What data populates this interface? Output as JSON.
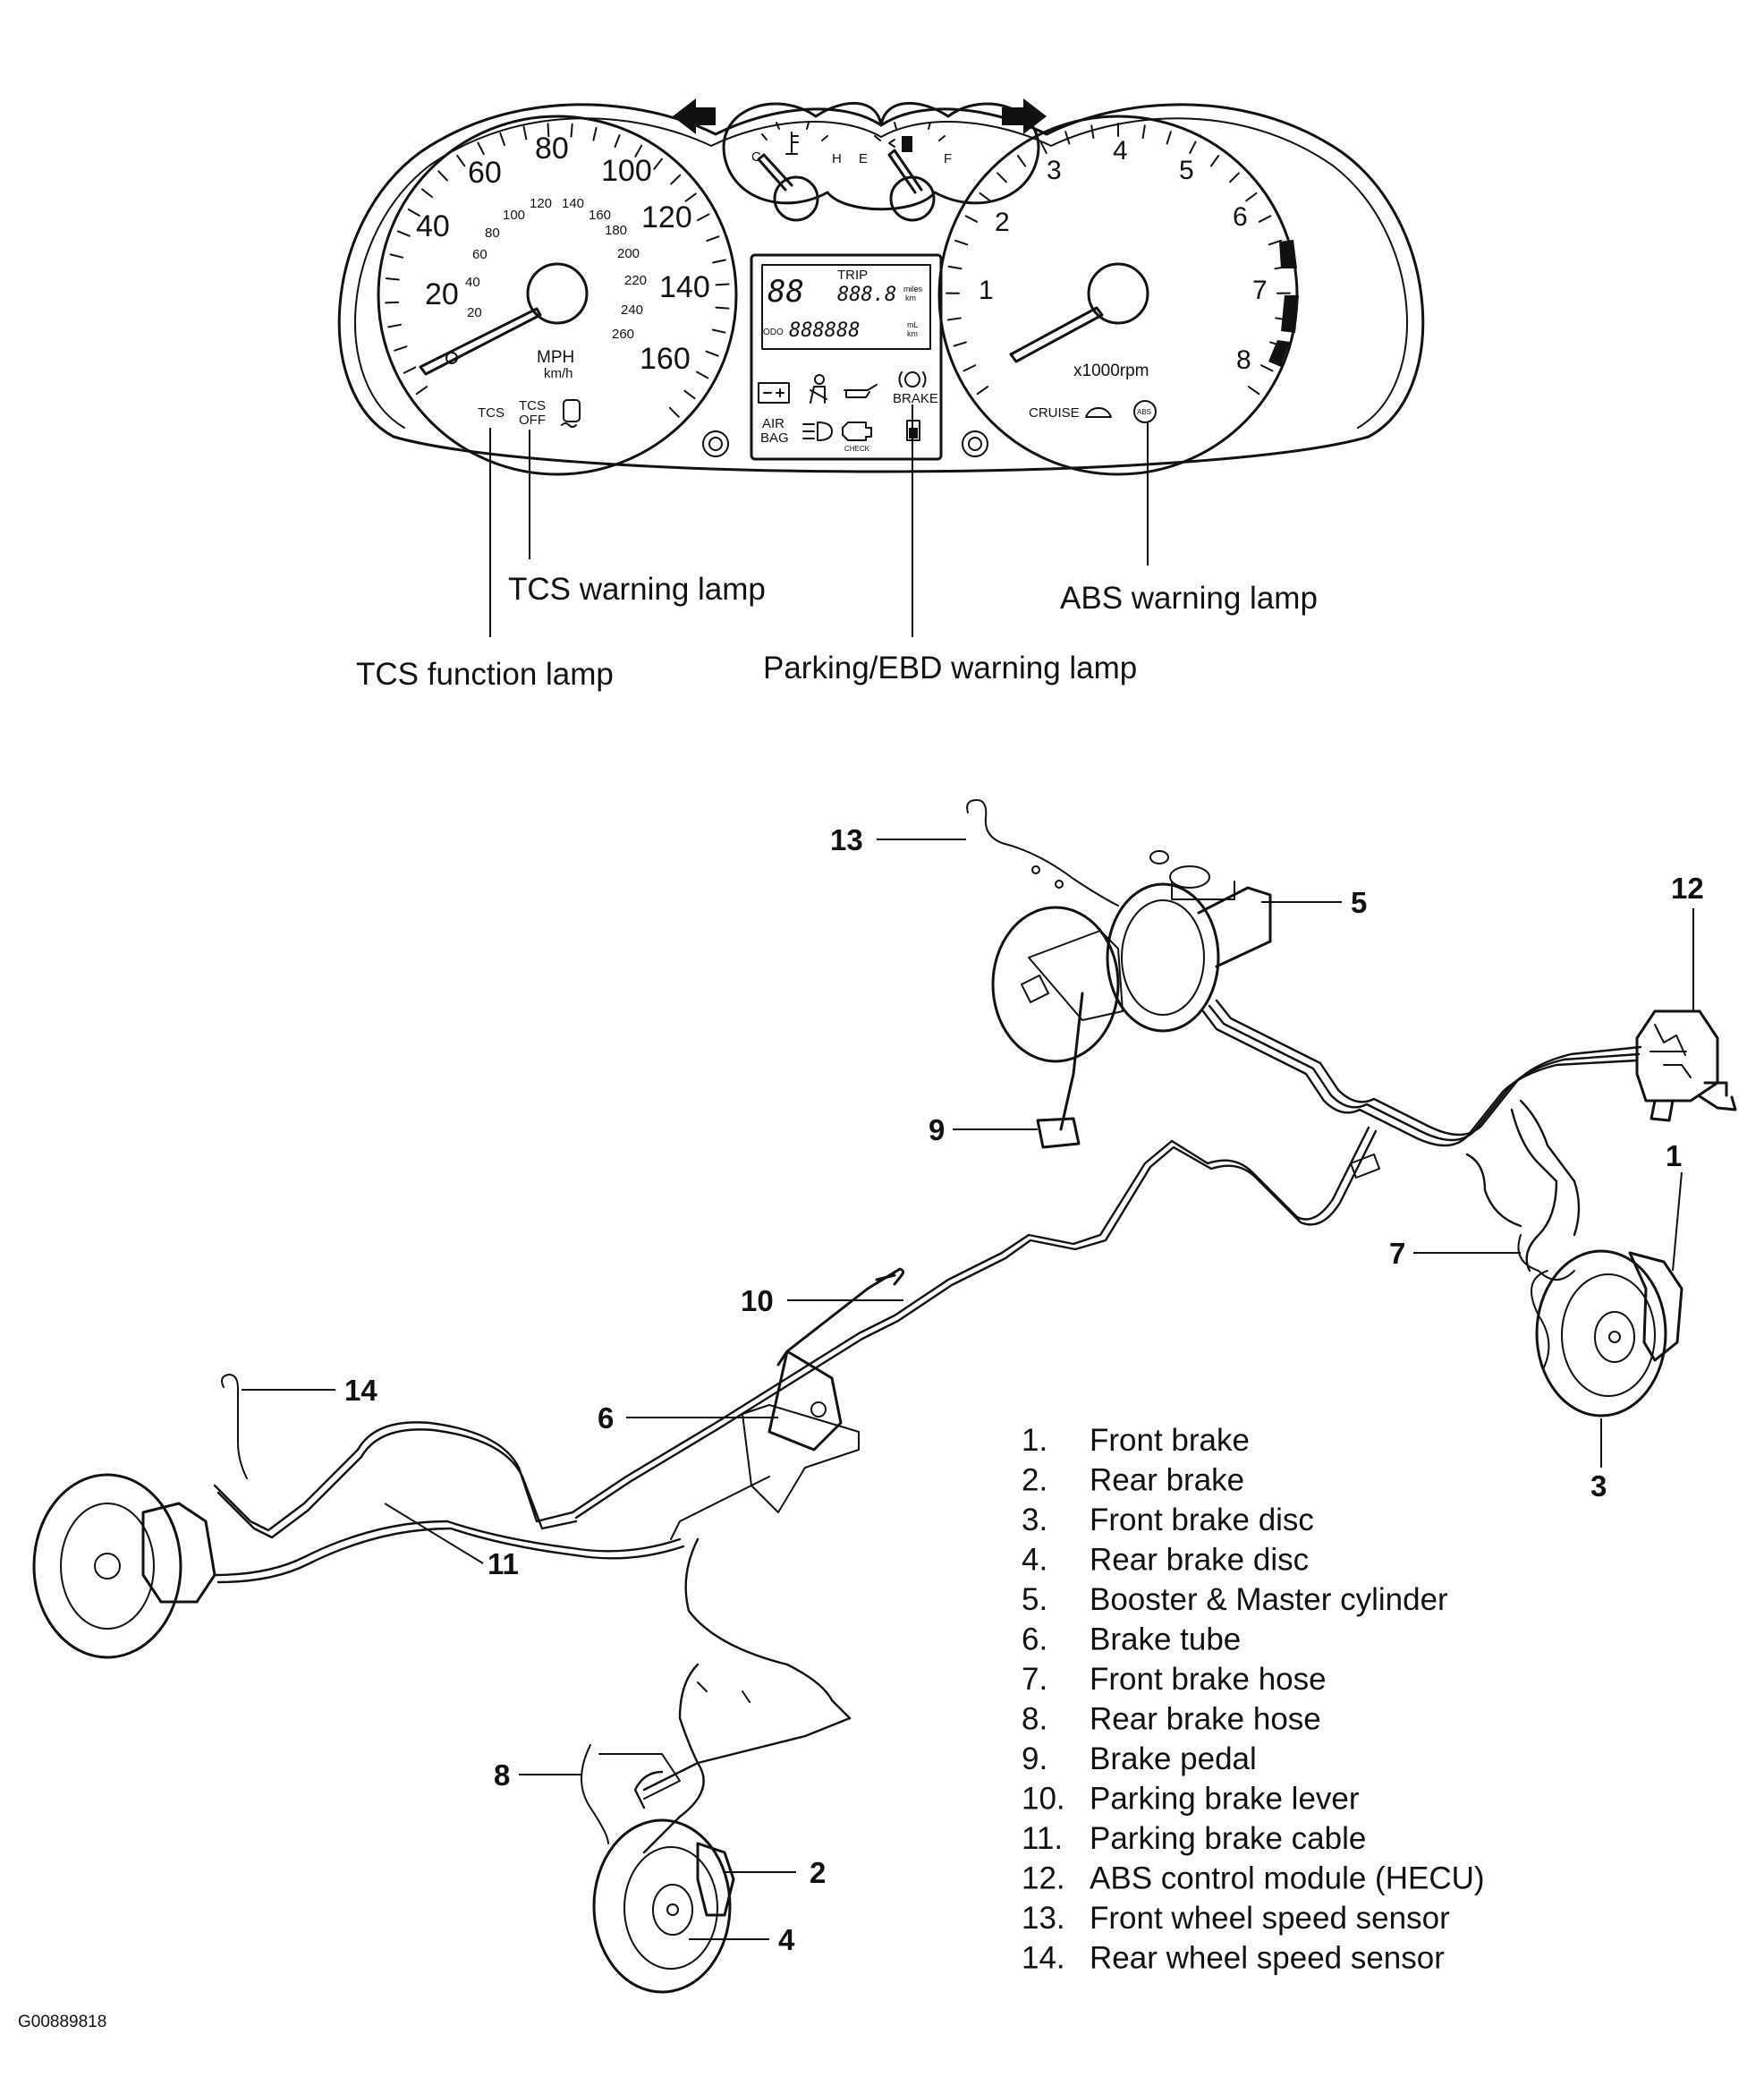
{
  "cluster": {
    "speedo_mph": [
      "20",
      "40",
      "60",
      "80",
      "100",
      "120",
      "140",
      "160"
    ],
    "speedo_kmh": [
      "20",
      "40",
      "60",
      "80",
      "100",
      "120",
      "140",
      "160",
      "180",
      "200",
      "220",
      "240",
      "260"
    ],
    "speedo_unit": "MPH",
    "speedo_unit_sub": "km/h",
    "tach_numbers": [
      "1",
      "2",
      "3",
      "4",
      "5",
      "6",
      "7",
      "8"
    ],
    "tach_unit": "x1000rpm",
    "temp_cold": "C",
    "temp_hot": "H",
    "fuel_empty": "E",
    "fuel_full": "F",
    "lcd_trip": "TRIP",
    "lcd_units_top": "miles",
    "lcd_units_top2": "km",
    "lcd_units_bottom": "mL",
    "lcd_units_bottom2": "km",
    "odo": "ODO",
    "lamp_tcs": "TCS",
    "lamp_tcs_off_1": "TCS",
    "lamp_tcs_off_2": "OFF",
    "lamp_brake": "BRAKE",
    "lamp_airbag_1": "AIR",
    "lamp_airbag_2": "BAG",
    "lamp_check": "CHECK",
    "lamp_cruise": "CRUISE",
    "lamp_abs": "ABS"
  },
  "callouts": {
    "tcs_warning": "TCS warning lamp",
    "tcs_function": "TCS function lamp",
    "parking_ebd": "Parking/EBD warning lamp",
    "abs_warning": "ABS warning lamp"
  },
  "numbers": [
    "1",
    "2",
    "3",
    "4",
    "5",
    "6",
    "7",
    "8",
    "9",
    "10",
    "11",
    "12",
    "13",
    "14"
  ],
  "legend": [
    {
      "num": "1.",
      "label": "Front brake"
    },
    {
      "num": "2.",
      "label": "Rear brake"
    },
    {
      "num": "3.",
      "label": "Front brake disc"
    },
    {
      "num": "4.",
      "label": "Rear brake disc"
    },
    {
      "num": "5.",
      "label": "Booster & Master cylinder"
    },
    {
      "num": "6.",
      "label": "Brake tube"
    },
    {
      "num": "7.",
      "label": "Front brake hose"
    },
    {
      "num": "8.",
      "label": "Rear brake hose"
    },
    {
      "num": "9.",
      "label": "Brake pedal"
    },
    {
      "num": "10.",
      "label": "Parking brake lever"
    },
    {
      "num": "11.",
      "label": "Parking brake cable"
    },
    {
      "num": "12.",
      "label": "ABS control module (HECU)"
    },
    {
      "num": "13.",
      "label": "Front wheel speed sensor"
    },
    {
      "num": "14.",
      "label": "Rear wheel speed sensor"
    }
  ],
  "figure_id": "G00889818"
}
